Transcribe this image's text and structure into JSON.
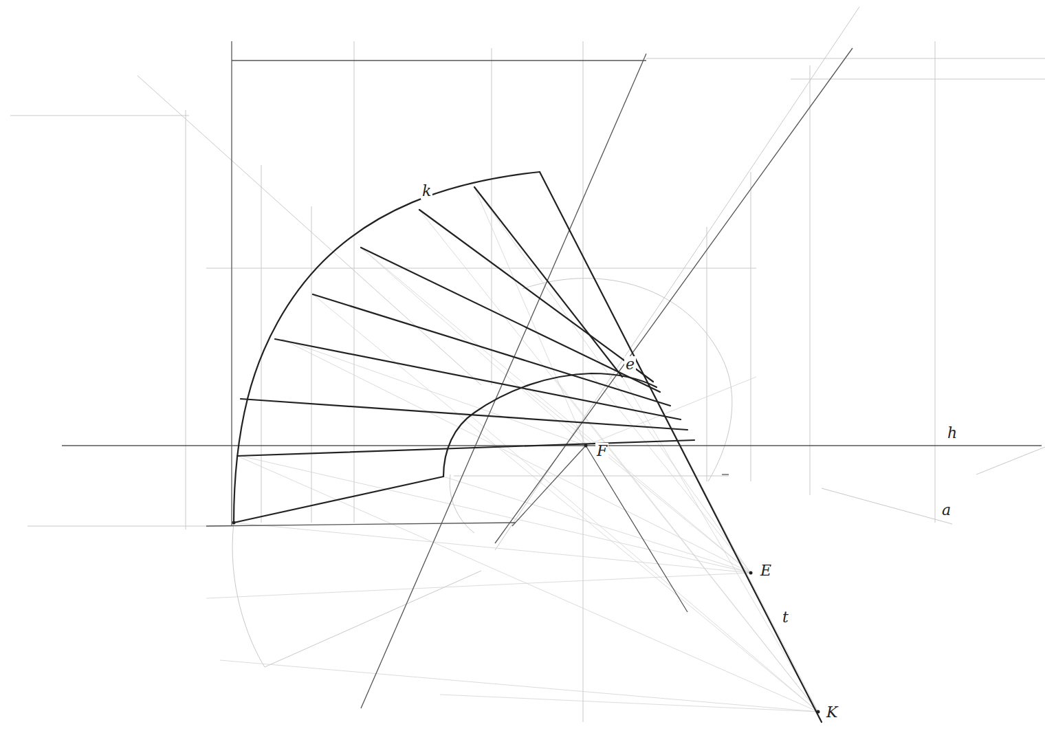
{
  "diagram": {
    "labels": [
      "k",
      "e",
      "F",
      "h",
      "a",
      "E",
      "t",
      "K"
    ]
  }
}
